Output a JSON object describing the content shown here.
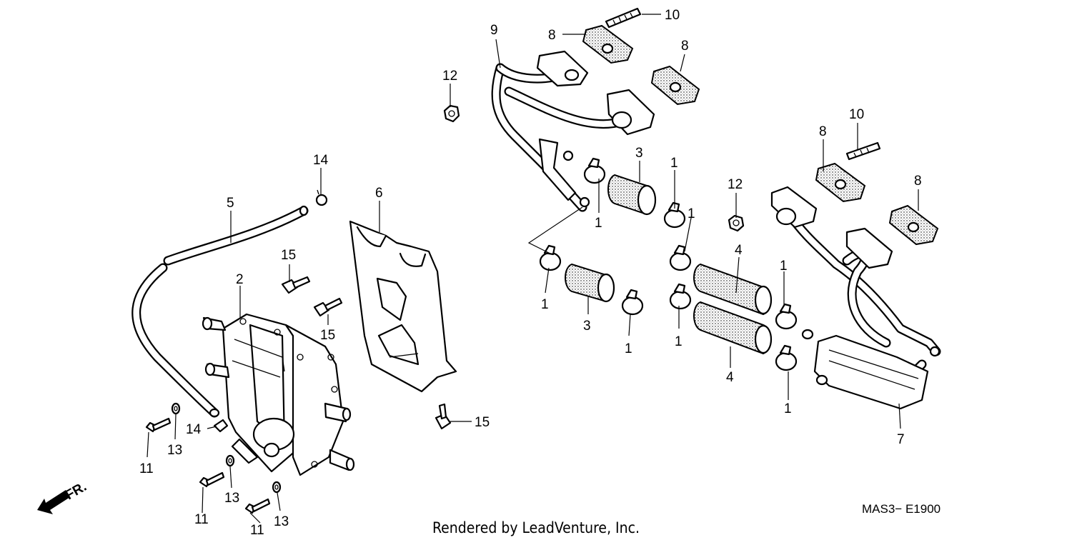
{
  "diagram": {
    "credit": "Rendered by LeadVenture, Inc.",
    "diagram_code": "MAS3− E1900",
    "direction_label": "FR.",
    "direction_icon": "arrow-front-icon",
    "callouts": [
      {
        "id": "c9",
        "label": "9"
      },
      {
        "id": "c8a",
        "label": "8"
      },
      {
        "id": "c10a",
        "label": "10"
      },
      {
        "id": "c8b",
        "label": "8"
      },
      {
        "id": "c12a",
        "label": "12"
      },
      {
        "id": "c14a",
        "label": "14"
      },
      {
        "id": "c5",
        "label": "5"
      },
      {
        "id": "c6",
        "label": "6"
      },
      {
        "id": "c3a",
        "label": "3"
      },
      {
        "id": "c1a",
        "label": "1"
      },
      {
        "id": "c1b",
        "label": "1"
      },
      {
        "id": "c1c",
        "label": "1"
      },
      {
        "id": "c12b",
        "label": "12"
      },
      {
        "id": "c10b",
        "label": "10"
      },
      {
        "id": "c8c",
        "label": "8"
      },
      {
        "id": "c8d",
        "label": "8"
      },
      {
        "id": "c15a",
        "label": "15"
      },
      {
        "id": "c2",
        "label": "2"
      },
      {
        "id": "c15b",
        "label": "15"
      },
      {
        "id": "c1d",
        "label": "1"
      },
      {
        "id": "c3b",
        "label": "3"
      },
      {
        "id": "c1e",
        "label": "1"
      },
      {
        "id": "c4a",
        "label": "4"
      },
      {
        "id": "c1f",
        "label": "1"
      },
      {
        "id": "c1g",
        "label": "1"
      },
      {
        "id": "c4b",
        "label": "4"
      },
      {
        "id": "c1h",
        "label": "1"
      },
      {
        "id": "c7",
        "label": "7"
      },
      {
        "id": "c15c",
        "label": "15"
      },
      {
        "id": "c14b",
        "label": "14"
      },
      {
        "id": "c11a",
        "label": "11"
      },
      {
        "id": "c13a",
        "label": "13"
      },
      {
        "id": "c11b",
        "label": "11"
      },
      {
        "id": "c13b",
        "label": "13"
      },
      {
        "id": "c11c",
        "label": "11"
      },
      {
        "id": "c13c",
        "label": "13"
      }
    ]
  }
}
